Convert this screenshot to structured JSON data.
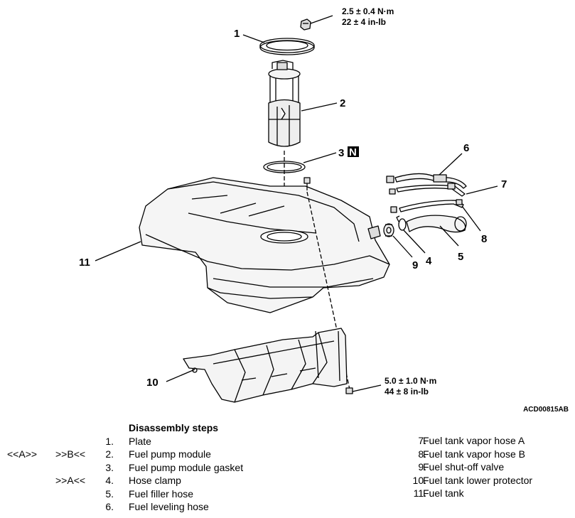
{
  "callouts": {
    "c1": "1",
    "c2": "2",
    "c3": "3",
    "c3_badge": "N",
    "c4": "4",
    "c5": "5",
    "c6": "6",
    "c7": "7",
    "c8": "8",
    "c9": "9",
    "c10": "10",
    "c11": "11"
  },
  "torque_top": {
    "line1": "2.5 ± 0.4 N·m",
    "line2": "22 ± 4 in-lb"
  },
  "torque_bottom": {
    "line1": "5.0 ± 1.0 N·m",
    "line2": "44 ± 8 in-lb"
  },
  "figure_id": "ACD00815AB",
  "steps_title": "Disassembly steps",
  "steps": [
    {
      "num": "1.",
      "label": "Plate",
      "ref1": "",
      "ref2": ""
    },
    {
      "num": "2.",
      "label": "Fuel pump module",
      "ref1": "<<A>>",
      "ref2": ">>B<<"
    },
    {
      "num": "3.",
      "label": "Fuel pump module gasket",
      "ref1": "",
      "ref2": ""
    },
    {
      "num": "4.",
      "label": "Hose clamp",
      "ref1": "",
      "ref2": ">>A<<"
    },
    {
      "num": "5.",
      "label": "Fuel filler hose",
      "ref1": "",
      "ref2": ""
    },
    {
      "num": "6.",
      "label": "Fuel leveling hose",
      "ref1": "",
      "ref2": ""
    },
    {
      "num": "7.",
      "label": "Fuel tank vapor hose A",
      "ref1": "",
      "ref2": ""
    },
    {
      "num": "8.",
      "label": "Fuel tank vapor hose B",
      "ref1": "",
      "ref2": ""
    },
    {
      "num": "9.",
      "label": "Fuel shut-off valve",
      "ref1": "",
      "ref2": ""
    },
    {
      "num": "10.",
      "label": "Fuel tank lower protector",
      "ref1": "",
      "ref2": ""
    },
    {
      "num": "11.",
      "label": "Fuel tank",
      "ref1": "",
      "ref2": ""
    }
  ]
}
